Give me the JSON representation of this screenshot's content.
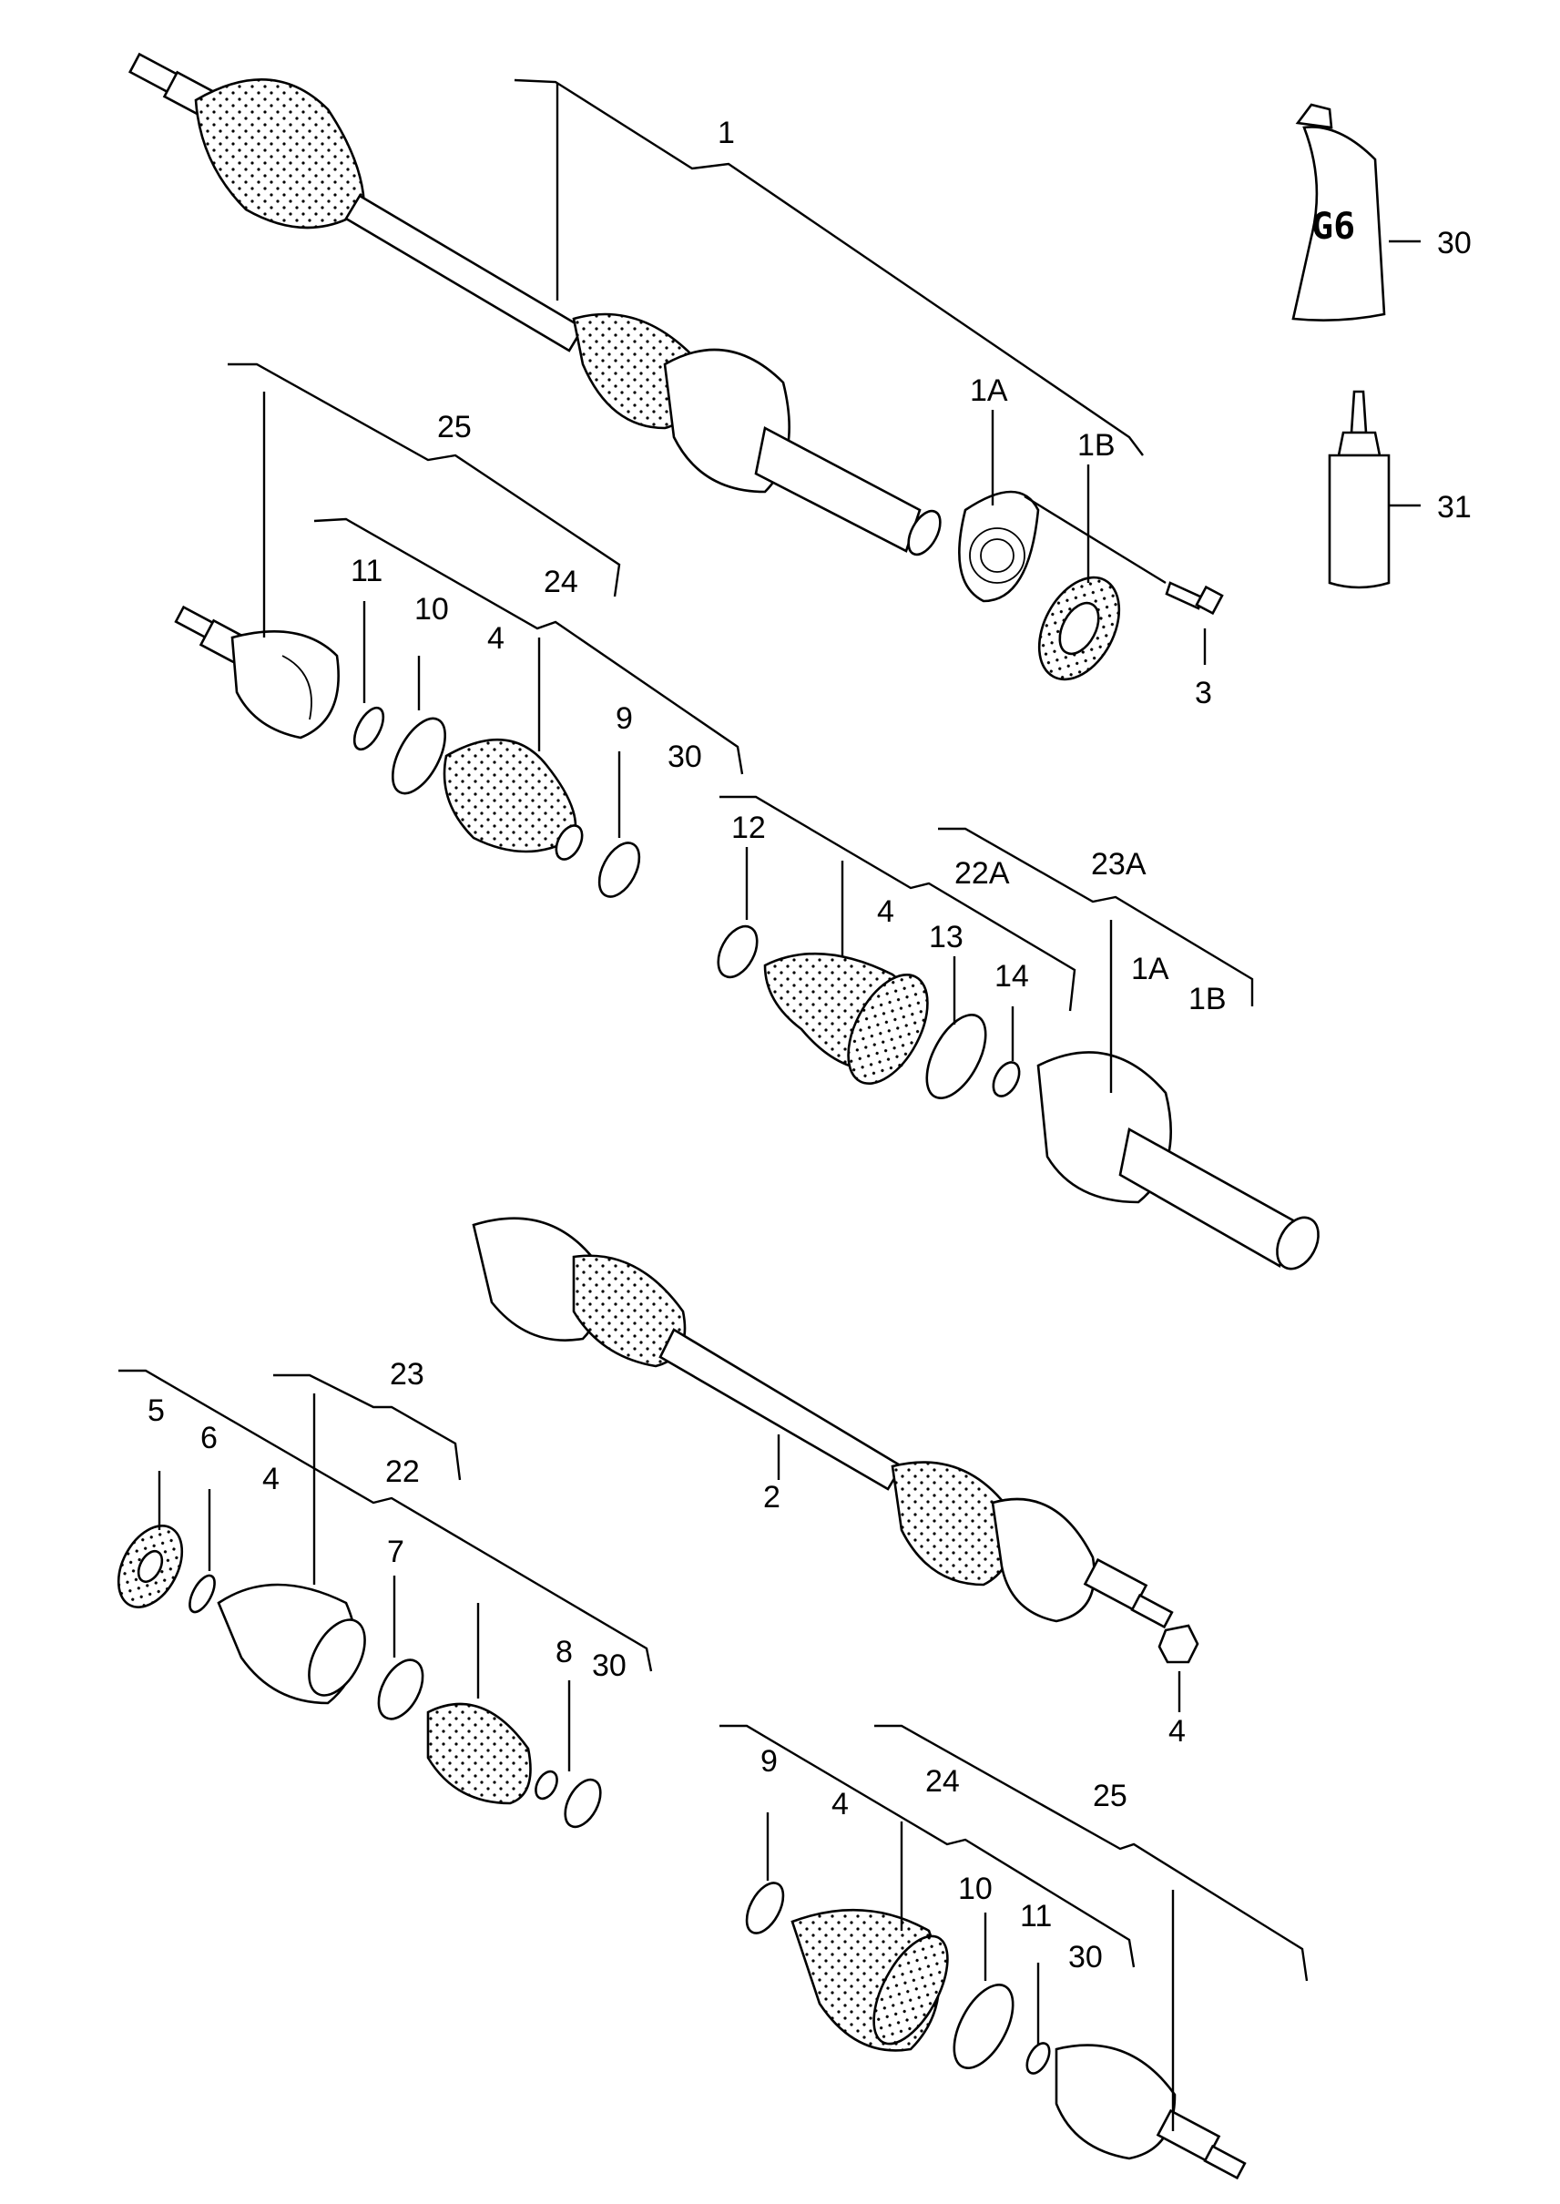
{
  "callouts": {
    "c1": "1",
    "c1a_top": "1A",
    "c1b_top": "1B",
    "c3": "3",
    "c30_tube": "30",
    "c31": "31",
    "c25_top": "25",
    "c24_top": "24",
    "c11_top": "11",
    "c10_top": "10",
    "c4_top": "4",
    "c9_top": "9",
    "c30_top": "30",
    "c12": "12",
    "c4_mid": "4",
    "c22a": "22A",
    "c23a": "23A",
    "c13": "13",
    "c14": "14",
    "c1a_mid": "1A",
    "c1b_mid": "1B",
    "c2": "2",
    "c4_nut": "4",
    "c23": "23",
    "c5": "5",
    "c6": "6",
    "c4_left": "4",
    "c22": "22",
    "c7": "7",
    "c8": "8",
    "c30_left": "30",
    "c9_bot": "9",
    "c4_bot": "4",
    "c24_bot": "24",
    "c25_bot": "25",
    "c10_bot": "10",
    "c11_bot": "11",
    "c30_bot": "30"
  },
  "tube_label": "G6"
}
